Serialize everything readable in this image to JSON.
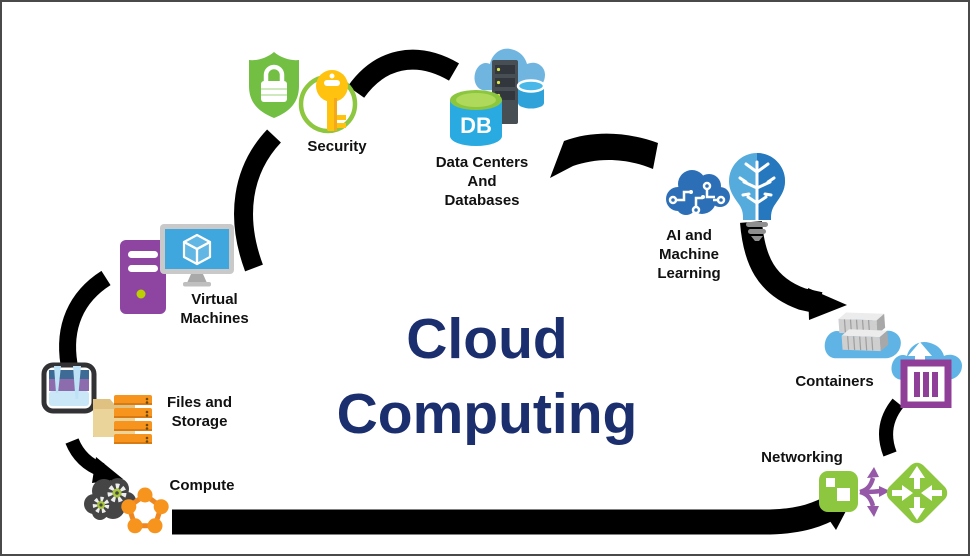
{
  "title": {
    "line1": "Cloud",
    "line2": "Computing",
    "color": "#1b2e6e"
  },
  "nodes": {
    "security": {
      "label": "Security"
    },
    "data_centers": {
      "line1": "Data Centers",
      "line2": "And",
      "line3": "Databases",
      "db_text": "DB"
    },
    "ai_ml": {
      "line1": "AI and",
      "line2": "Machine",
      "line3": "Learning"
    },
    "containers": {
      "label": "Containers"
    },
    "networking": {
      "label": "Networking"
    },
    "compute": {
      "label": "Compute"
    },
    "files_storage": {
      "line1": "Files and",
      "line2": "Storage"
    },
    "virtual_machines": {
      "line1": "Virtual",
      "line2": "Machines"
    }
  },
  "icons": {
    "security": [
      "shield-lock-icon",
      "key-icon"
    ],
    "data_centers": [
      "cloud-server-icon",
      "database-cylinder-icon"
    ],
    "ai_ml": [
      "circuit-brain-icon",
      "lightbulb-brain-icon"
    ],
    "containers": [
      "cloud-containers-icon",
      "cloud-upload-container-icon"
    ],
    "networking": [
      "subnet-share-icon",
      "router-icon"
    ],
    "compute": [
      "gears-cloud-icon",
      "node-network-icon"
    ],
    "files_storage": [
      "storage-drawer-icon",
      "folder-servers-icon"
    ],
    "virtual_machines": [
      "server-tower-icon",
      "monitor-cube-icon"
    ]
  },
  "colors": {
    "arrow": "#000000",
    "shield_green": "#72BF44",
    "ring_green": "#8DC63F",
    "key_gold": "#FFC20E",
    "cloud_blue": "#6FB5E0",
    "db_blue": "#29ABE2",
    "db_top_green": "#8CC63F",
    "brain_blue": "#2D6FB7",
    "bulb_light": "#55ACDC",
    "bulb_dark": "#2678BE",
    "container_purple": "#8F3F97",
    "net_green": "#8DC63F",
    "net_purple": "#9559A8",
    "compute_dark": "#454545",
    "compute_orange": "#F7941E",
    "vm_purple": "#8E44A1",
    "monitor_blue": "#3FA7DE",
    "storage_purple": "#8D6CAD",
    "storage_pale_blue": "#C9E7F6",
    "title_navy": "#1b2e6e"
  }
}
